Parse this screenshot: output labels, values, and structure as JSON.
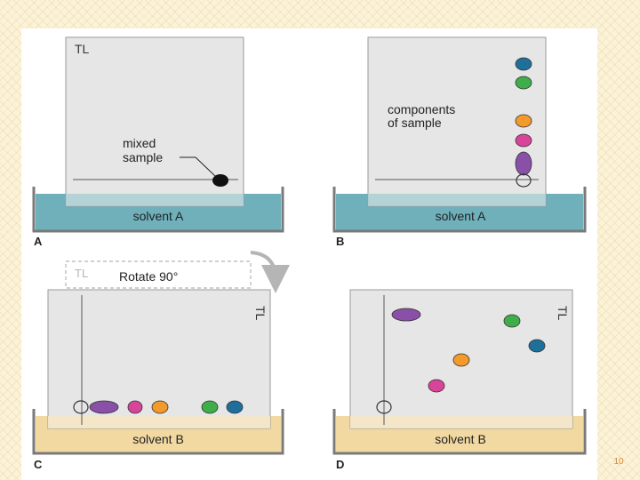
{
  "panels": {
    "a": {
      "letter": "A",
      "plate_label": "TL",
      "annotation_line1": "mixed",
      "annotation_line2": "sample",
      "solvent": "solvent A"
    },
    "b": {
      "letter": "B",
      "annotation_line1": "components",
      "annotation_line2": "of sample",
      "solvent": "solvent A"
    },
    "rotate": {
      "plate_label": "TL",
      "text": "Rotate 90°"
    },
    "c": {
      "letter": "C",
      "plate_label": "TL",
      "solvent": "solvent B"
    },
    "d": {
      "letter": "D",
      "plate_label": "TL",
      "solvent": "solvent B"
    }
  },
  "colors": {
    "plate": "#e6e6e6",
    "solvent_a": "#6fb0bb",
    "solvent_b": "#f2d9a2",
    "spot_dark_blue": "#1f6f9b",
    "spot_green": "#3fae4a",
    "spot_orange": "#f39a2a",
    "spot_pink": "#d9449b",
    "spot_purple": "#8a4fa6",
    "spot_black": "#111111"
  },
  "page_number": "10"
}
